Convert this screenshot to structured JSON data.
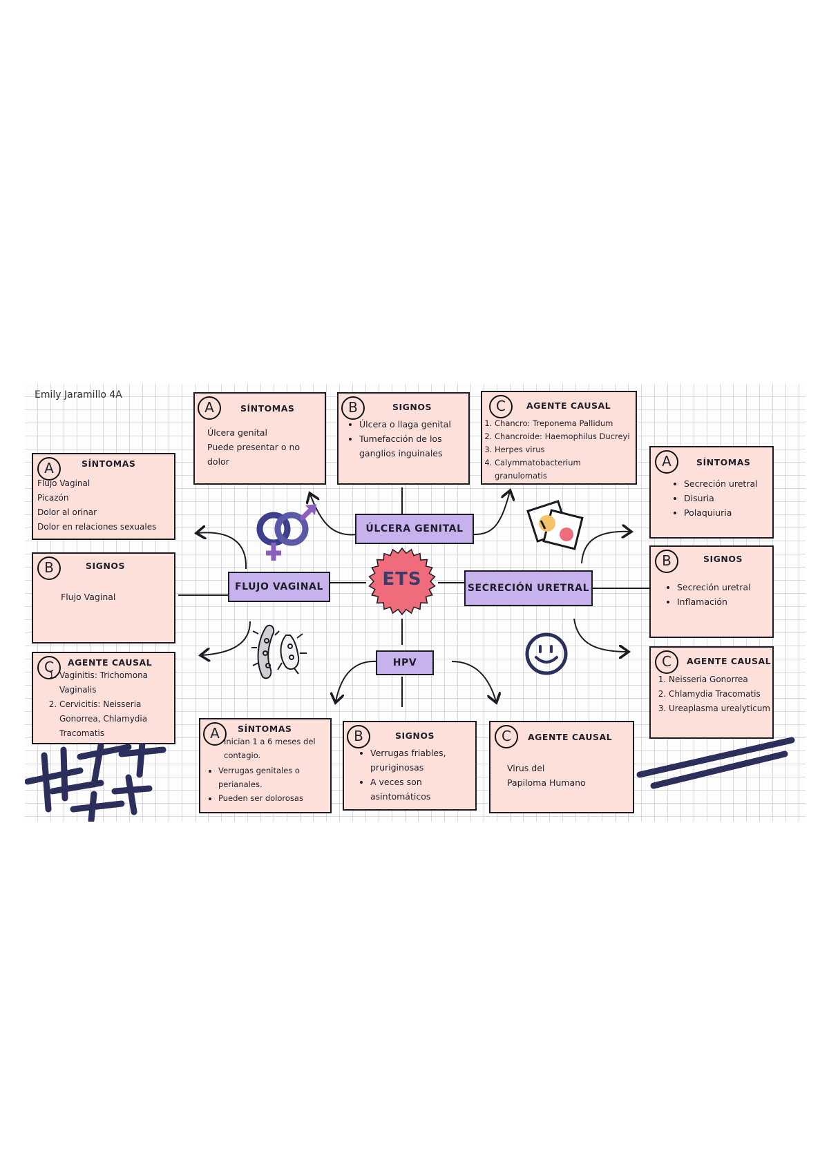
{
  "author": "Emily Jaramillo 4A",
  "center": {
    "label": "ETS"
  },
  "topics": {
    "ulcera": "ÚLCERA GENITAL",
    "flujo": "FLUJO VAGINAL",
    "secrecion": "SECRECIÓN URETRAL",
    "hpv": "HPV"
  },
  "ulcera": {
    "sintomas": {
      "letter": "A",
      "title": "SÍNTOMAS",
      "lines": [
        "Úlcera genital",
        "Puede presentar o no dolor"
      ]
    },
    "signos": {
      "letter": "B",
      "title": "SIGNOS",
      "items": [
        "Úlcera o llaga genital",
        "Tumefacción de los ganglios inguinales"
      ]
    },
    "agente": {
      "letter": "C",
      "title": "AGENTE CAUSAL",
      "items": [
        "Chancro: Treponema Pallidum",
        "Chancroide: Haemophilus Ducreyi",
        "Herpes virus",
        "Calymmatobacterium granulomatis"
      ]
    }
  },
  "flujo": {
    "sintomas": {
      "letter": "A",
      "title": "SÍNTOMAS",
      "lines": [
        "Flujo Vaginal",
        "Picazón",
        "Dolor al orinar",
        "Dolor en relaciones sexuales"
      ]
    },
    "signos": {
      "letter": "B",
      "title": "SIGNOS",
      "lines": [
        "Flujo Vaginal"
      ]
    },
    "agente": {
      "letter": "C",
      "title": "AGENTE CAUSAL",
      "items": [
        "Vaginitis: Trichomona Vaginalis",
        "Cervicitis: Neisseria Gonorrea, Chlamydia Tracomatis"
      ]
    }
  },
  "secrecion": {
    "sintomas": {
      "letter": "A",
      "title": "SÍNTOMAS",
      "items": [
        "Secreción uretral",
        "Disuria",
        "Polaquiuria"
      ]
    },
    "signos": {
      "letter": "B",
      "title": "SIGNOS",
      "items": [
        "Secreción uretral",
        "Inflamación"
      ]
    },
    "agente": {
      "letter": "C",
      "title": "AGENTE CAUSAL",
      "items": [
        "Neisseria Gonorrea",
        "Chlamydia Tracomatis",
        "Ureaplasma urealyticum"
      ]
    }
  },
  "hpv": {
    "sintomas": {
      "letter": "A",
      "title": "SÍNTOMAS",
      "lead": "Inician 1 a 6 meses del contagio.",
      "items": [
        "Verrugas genitales o perianales.",
        "Pueden ser dolorosas"
      ]
    },
    "signos": {
      "letter": "B",
      "title": "SIGNOS",
      "items": [
        "Verrugas friables, pruriginosas",
        "A veces son asintomáticos"
      ]
    },
    "agente": {
      "letter": "C",
      "title": "AGENTE CAUSAL",
      "lines": [
        "Virus del",
        "Papiloma Humano"
      ]
    }
  },
  "colors": {
    "box": "#fde0da",
    "topic": "#c7b2ee",
    "center": "#ee6c7c",
    "navy": "#2c2f5c"
  },
  "icons": [
    "gender-symbol-icon",
    "condom-icon",
    "bacteria-icon",
    "smiley-icon"
  ]
}
